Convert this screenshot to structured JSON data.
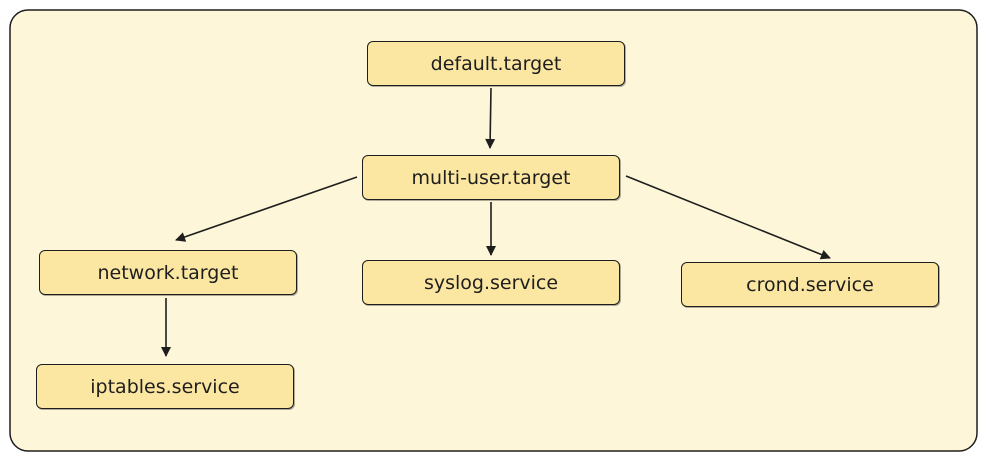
{
  "diagram": {
    "background_color": "#fdf6d8",
    "node_fill": "#fbe7a1",
    "stroke_color": "#1e1e1e",
    "nodes": {
      "default_target": "default.target",
      "multi_user_target": "multi-user.target",
      "network_target": "network.target",
      "syslog_service": "syslog.service",
      "crond_service": "crond.service",
      "iptables_service": "iptables.service"
    },
    "edges": [
      {
        "from": "default.target",
        "to": "multi-user.target"
      },
      {
        "from": "multi-user.target",
        "to": "network.target"
      },
      {
        "from": "multi-user.target",
        "to": "syslog.service"
      },
      {
        "from": "multi-user.target",
        "to": "crond.service"
      },
      {
        "from": "network.target",
        "to": "iptables.service"
      }
    ]
  }
}
